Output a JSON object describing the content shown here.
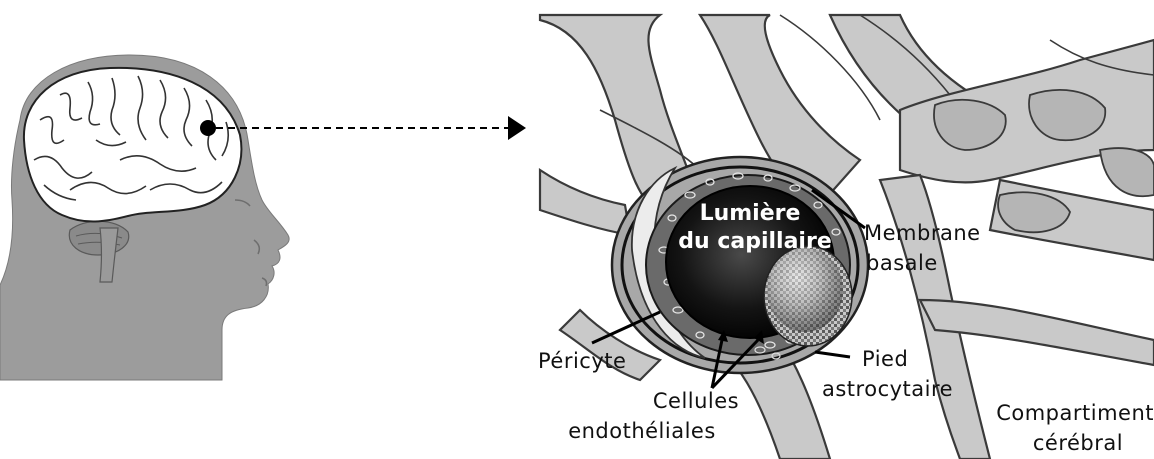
{
  "labels": {
    "lumen_line1": "Lumière",
    "lumen_line2": "du capillaire",
    "membrane_line1": "Membrane",
    "membrane_line2": "basale",
    "pericyte": "Péricyte",
    "pied_line1": "Pied",
    "pied_line2": "astrocytaire",
    "cellules_line1": "Cellules",
    "cellules_line2": "endothéliales",
    "compartiment_line1": "Compartiment",
    "compartiment_line2": "cérébral"
  }
}
